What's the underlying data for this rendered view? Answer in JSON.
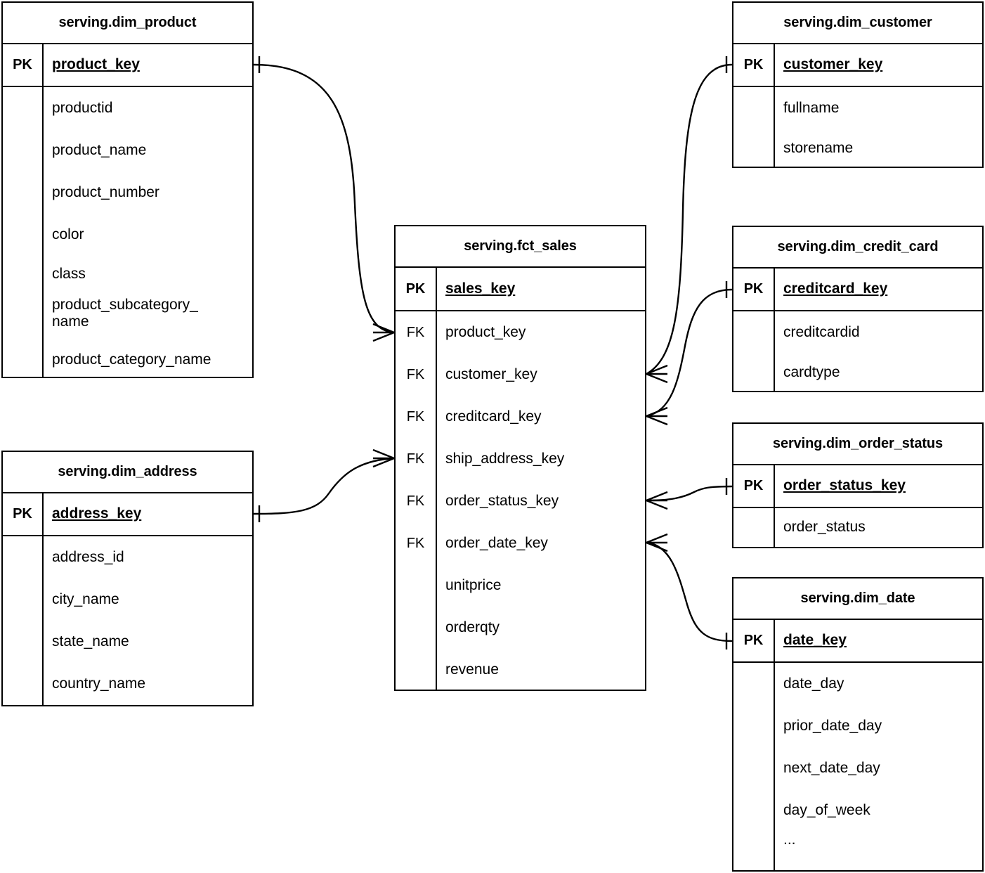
{
  "diagram": {
    "kind": "entity-relationship-diagram",
    "notation": "crow's-foot",
    "background_color": "#ffffff",
    "line_color": "#000000",
    "text_color": "#000000"
  },
  "entities": {
    "dim_product": {
      "title": "serving.dim_product",
      "pk_label": "PK",
      "pk_field": "product_key",
      "attributes": [
        "productid",
        "product_name",
        "product_number",
        "color",
        "class",
        "product_subcategory_\nname",
        "product_category_name"
      ]
    },
    "dim_address": {
      "title": "serving.dim_address",
      "pk_label": "PK",
      "pk_field": "address_key",
      "attributes": [
        "address_id",
        "city_name",
        "state_name",
        "country_name"
      ]
    },
    "fct_sales": {
      "title": "serving.fct_sales",
      "pk_label": "PK",
      "pk_field": "sales_key",
      "fk_label": "FK",
      "attributes": [
        {
          "key": "FK",
          "name": "product_key"
        },
        {
          "key": "FK",
          "name": "customer_key"
        },
        {
          "key": "FK",
          "name": "creditcard_key"
        },
        {
          "key": "FK",
          "name": "ship_address_key"
        },
        {
          "key": "FK",
          "name": "order_status_key"
        },
        {
          "key": "FK",
          "name": "order_date_key"
        },
        {
          "key": "",
          "name": "unitprice"
        },
        {
          "key": "",
          "name": "orderqty"
        },
        {
          "key": "",
          "name": "revenue"
        }
      ]
    },
    "dim_customer": {
      "title": "serving.dim_customer",
      "pk_label": "PK",
      "pk_field": "customer_key",
      "attributes": [
        "fullname",
        "storename"
      ]
    },
    "dim_credit_card": {
      "title": "serving.dim_credit_card",
      "pk_label": "PK",
      "pk_field": "creditcard_key",
      "attributes": [
        "creditcardid",
        "cardtype"
      ]
    },
    "dim_order_status": {
      "title": "serving.dim_order_status",
      "pk_label": "PK",
      "pk_field": "order_status_key",
      "attributes": [
        "order_status"
      ]
    },
    "dim_date": {
      "title": "serving.dim_date",
      "pk_label": "PK",
      "pk_field": "date_key",
      "attributes": [
        "date_day",
        "prior_date_day",
        "next_date_day",
        "day_of_week",
        "..."
      ]
    }
  },
  "relationships": [
    {
      "from": "dim_product.product_key",
      "to": "fct_sales.product_key",
      "from_cardinality": "one",
      "to_cardinality": "many"
    },
    {
      "from": "dim_address.address_key",
      "to": "fct_sales.ship_address_key",
      "from_cardinality": "one",
      "to_cardinality": "many"
    },
    {
      "from": "dim_customer.customer_key",
      "to": "fct_sales.customer_key",
      "from_cardinality": "one",
      "to_cardinality": "many"
    },
    {
      "from": "dim_credit_card.creditcard_key",
      "to": "fct_sales.creditcard_key",
      "from_cardinality": "one",
      "to_cardinality": "many"
    },
    {
      "from": "dim_order_status.order_status_key",
      "to": "fct_sales.order_status_key",
      "from_cardinality": "one",
      "to_cardinality": "many"
    },
    {
      "from": "dim_date.date_key",
      "to": "fct_sales.order_date_key",
      "from_cardinality": "one",
      "to_cardinality": "many"
    }
  ]
}
